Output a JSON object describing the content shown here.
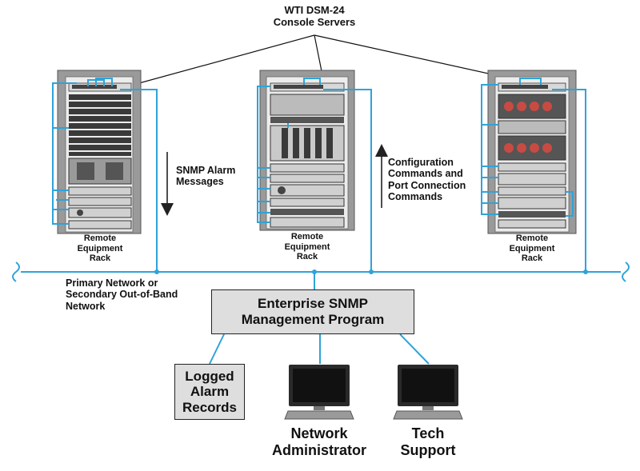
{
  "title": {
    "line1": "WTI DSM-24",
    "line2": "Console Servers"
  },
  "racks": [
    {
      "label_line1": "Remote",
      "label_line2": "Equipment",
      "label_line3": "Rack"
    },
    {
      "label_line1": "Remote",
      "label_line2": "Equipment",
      "label_line3": "Rack"
    },
    {
      "label_line1": "Remote",
      "label_line2": "Equipment",
      "label_line3": "Rack"
    }
  ],
  "arrows": {
    "alarm": {
      "line1": "SNMP Alarm",
      "line2": "Messages"
    },
    "config": {
      "line1": "Configuration",
      "line2": "Commands and",
      "line3": "Port Connection",
      "line4": "Commands"
    }
  },
  "network_label": {
    "line1": "Primary Network or",
    "line2": "Secondary Out-of-Band",
    "line3": "Network"
  },
  "snmp_box": {
    "line1": "Enterprise SNMP",
    "line2": "Management Program"
  },
  "logged_box": {
    "line1": "Logged",
    "line2": "Alarm",
    "line3": "Records"
  },
  "computers": [
    {
      "line1": "Network",
      "line2": "Administrator"
    },
    {
      "line1": "Tech",
      "line2": "Support"
    }
  ],
  "colors": {
    "network_line": "#2fa3d8",
    "box_fill": "#dedede",
    "rack_frame": "#8a8a8a",
    "equipment": "#333333"
  }
}
